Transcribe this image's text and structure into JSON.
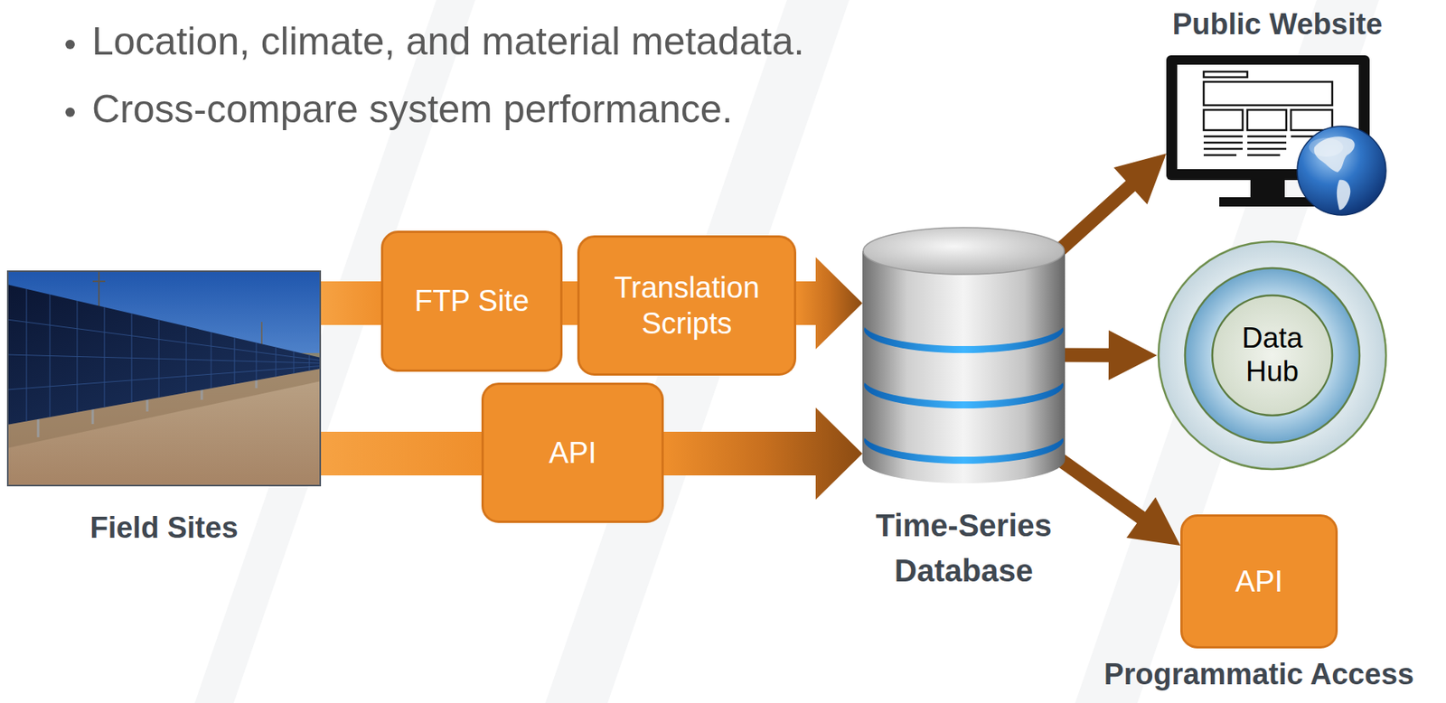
{
  "diagram": {
    "nodes": [
      {
        "text": [
          "Field Sites"
        ]
      },
      {
        "text": [
          "FTP Site"
        ]
      },
      {
        "text": [
          "Translation Scripts"
        ]
      },
      {
        "text": [
          "API"
        ]
      },
      {
        "text": [
          "Time-Series Database"
        ]
      },
      {
        "text": [
          "Public Website"
        ]
      },
      {
        "text": [
          "Data Hub"
        ]
      },
      {
        "text": [
          "API",
          "Programmatic Access"
        ]
      }
    ],
    "edges": [
      {
        "from": 0,
        "to": 1,
        "arrow": "none"
      },
      {
        "from": 1,
        "to": 2,
        "arrow": "none"
      },
      {
        "from": 2,
        "to": 4,
        "arrow": "to"
      },
      {
        "from": 0,
        "to": 3,
        "arrow": "none"
      },
      {
        "from": 3,
        "to": 4,
        "arrow": "to"
      },
      {
        "from": 4,
        "to": 5,
        "arrow": "to"
      },
      {
        "from": 4,
        "to": 6,
        "arrow": "to"
      },
      {
        "from": 4,
        "to": 7,
        "arrow": "to"
      }
    ],
    "labels": [
      "Location, climate, and material metadata.",
      "Cross-compare system performance."
    ]
  }
}
